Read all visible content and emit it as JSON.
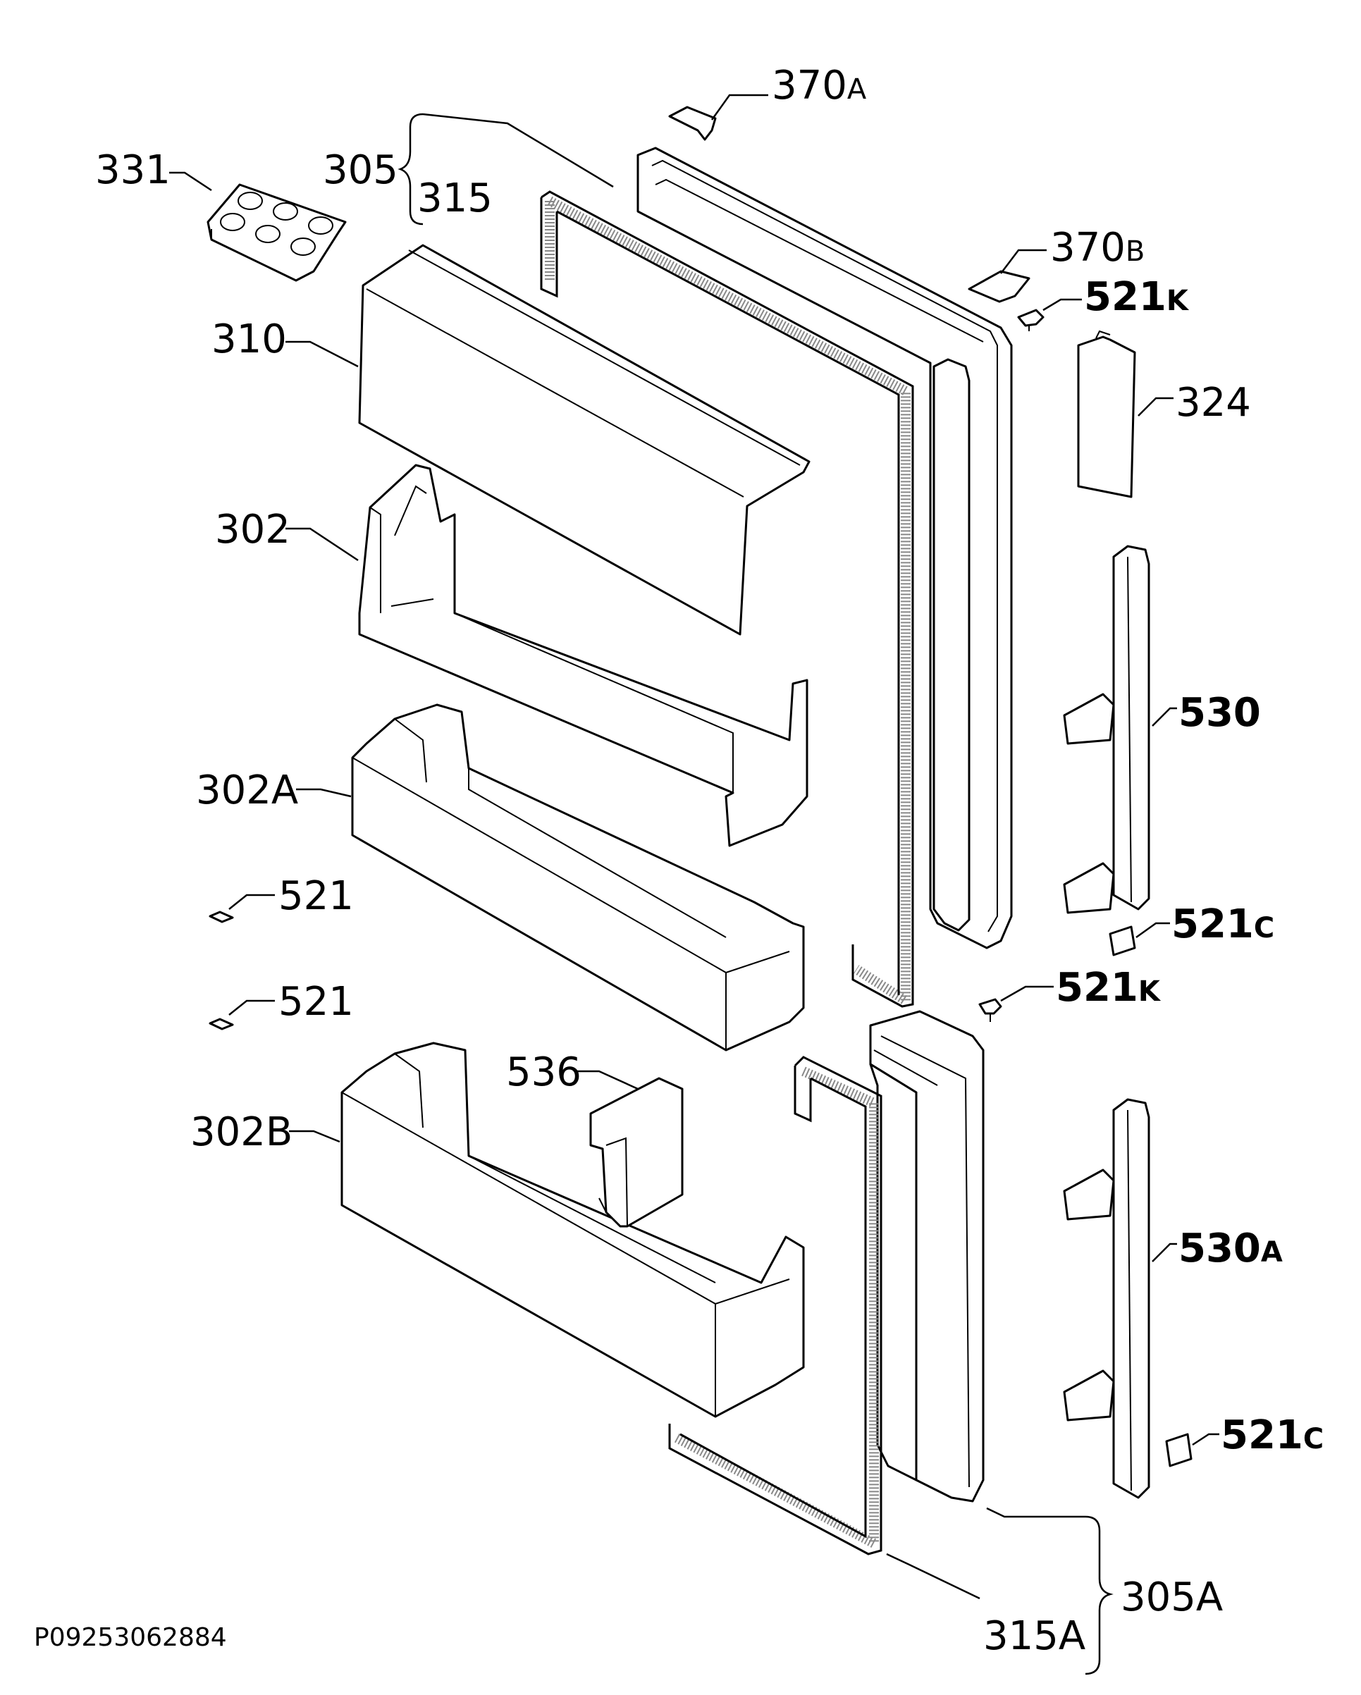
{
  "labels": {
    "l370A": {
      "main": "370",
      "suffix": "A"
    },
    "l305": {
      "main": "305",
      "suffix": ""
    },
    "l315": {
      "main": "315",
      "suffix": ""
    },
    "l331": {
      "main": "331",
      "suffix": ""
    },
    "l370B": {
      "main": "370",
      "suffix": "B"
    },
    "l521K_top": {
      "main": "521",
      "suffix": "K"
    },
    "l310": {
      "main": "310",
      "suffix": ""
    },
    "l324": {
      "main": "324",
      "suffix": ""
    },
    "l302": {
      "main": "302",
      "suffix": ""
    },
    "l530": {
      "main": "530",
      "suffix": ""
    },
    "l302A": {
      "main": "302A",
      "suffix": ""
    },
    "l521_a": {
      "main": "521",
      "suffix": ""
    },
    "l521C_top": {
      "main": "521",
      "suffix": "C"
    },
    "l521K_mid": {
      "main": "521",
      "suffix": "K"
    },
    "l521_b": {
      "main": "521",
      "suffix": ""
    },
    "l536": {
      "main": "536",
      "suffix": ""
    },
    "l302B": {
      "main": "302B",
      "suffix": ""
    },
    "l530A": {
      "main": "530",
      "suffix": "A"
    },
    "l521C_bot": {
      "main": "521",
      "suffix": "C"
    },
    "l305A": {
      "main": "305A",
      "suffix": ""
    },
    "l315A": {
      "main": "315A",
      "suffix": ""
    }
  },
  "drawing_code": "P09253062884"
}
